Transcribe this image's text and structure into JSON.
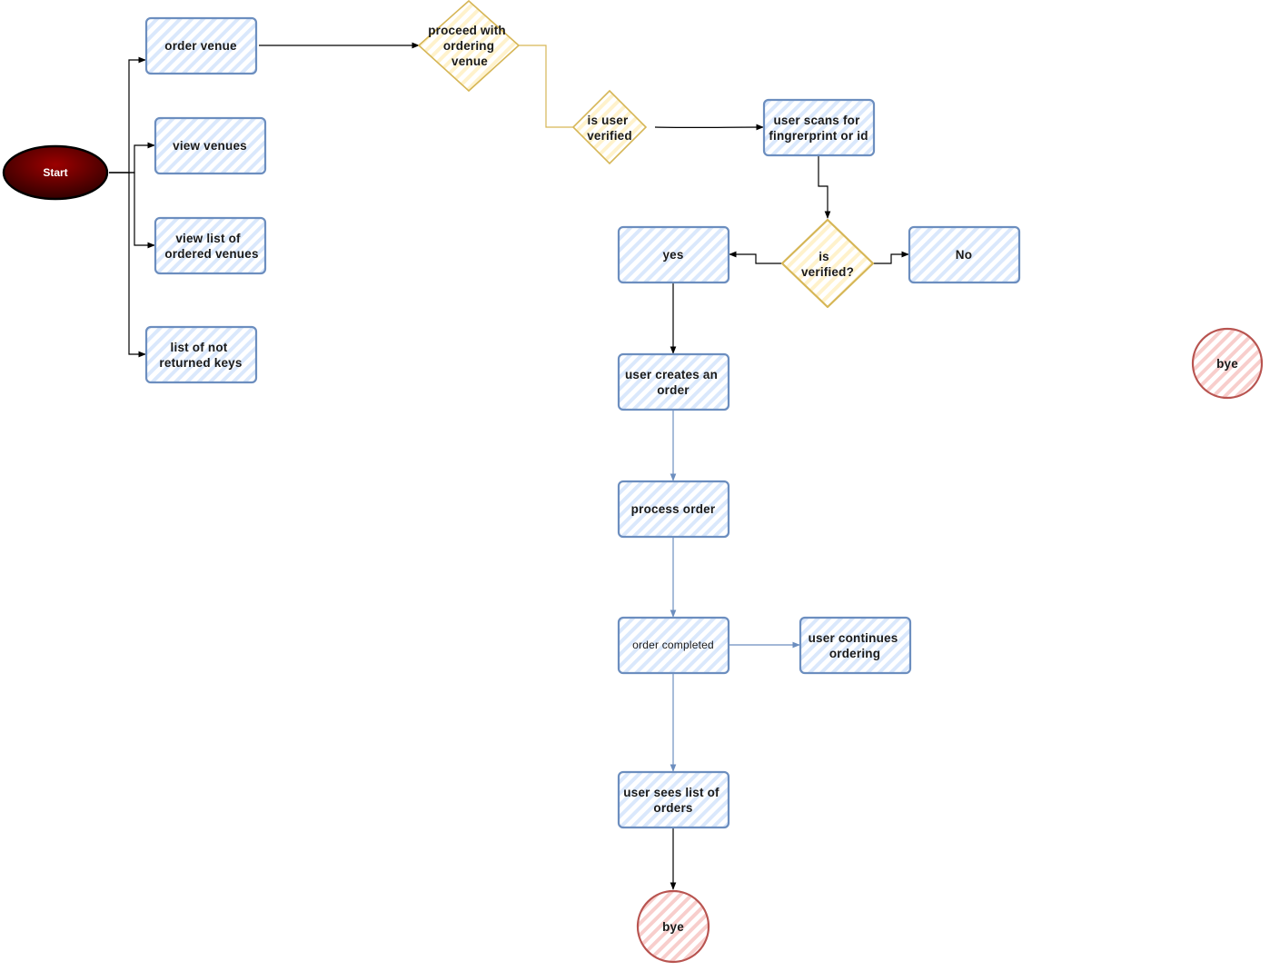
{
  "colors": {
    "box_stroke": "#6c8ebf",
    "box_hatch": "#dae8fc",
    "diamond_stroke": "#d6b656",
    "diamond_hatch": "#fff2cc",
    "end_stroke": "#b85450",
    "end_hatch": "#f8cecc",
    "start_fill": "#7a0000",
    "edge_black": "#000000",
    "edge_blue": "#6c8ebf",
    "edge_gold": "#d6b656"
  },
  "nodes": {
    "start": {
      "label": "Start"
    },
    "order_venue": {
      "lines": [
        "order venue"
      ]
    },
    "view_venues": {
      "lines": [
        "view venues"
      ]
    },
    "view_ordered": {
      "lines": [
        "view list of",
        "ordered venues"
      ]
    },
    "not_returned": {
      "lines": [
        "list of not",
        "returned keys"
      ]
    },
    "proceed": {
      "lines": [
        "proceed with",
        "ordering",
        "venue"
      ]
    },
    "is_user_verified": {
      "lines": [
        "is user",
        "verified"
      ]
    },
    "user_scans": {
      "lines": [
        "user scans for",
        "fingrerprint or id"
      ]
    },
    "is_verified": {
      "lines": [
        "is",
        "verified?"
      ]
    },
    "yes": {
      "lines": [
        "yes"
      ]
    },
    "no": {
      "lines": [
        "No"
      ]
    },
    "creates_order": {
      "lines": [
        "user creates an",
        "order"
      ]
    },
    "process_order": {
      "lines": [
        "process order"
      ]
    },
    "order_completed": {
      "lines": [
        "order completed"
      ]
    },
    "continues": {
      "lines": [
        "user continues",
        "ordering"
      ]
    },
    "sees_list": {
      "lines": [
        "user sees list of",
        "orders"
      ]
    },
    "bye_bottom": {
      "lines": [
        "bye"
      ]
    },
    "bye_right": {
      "lines": [
        "bye"
      ]
    }
  }
}
